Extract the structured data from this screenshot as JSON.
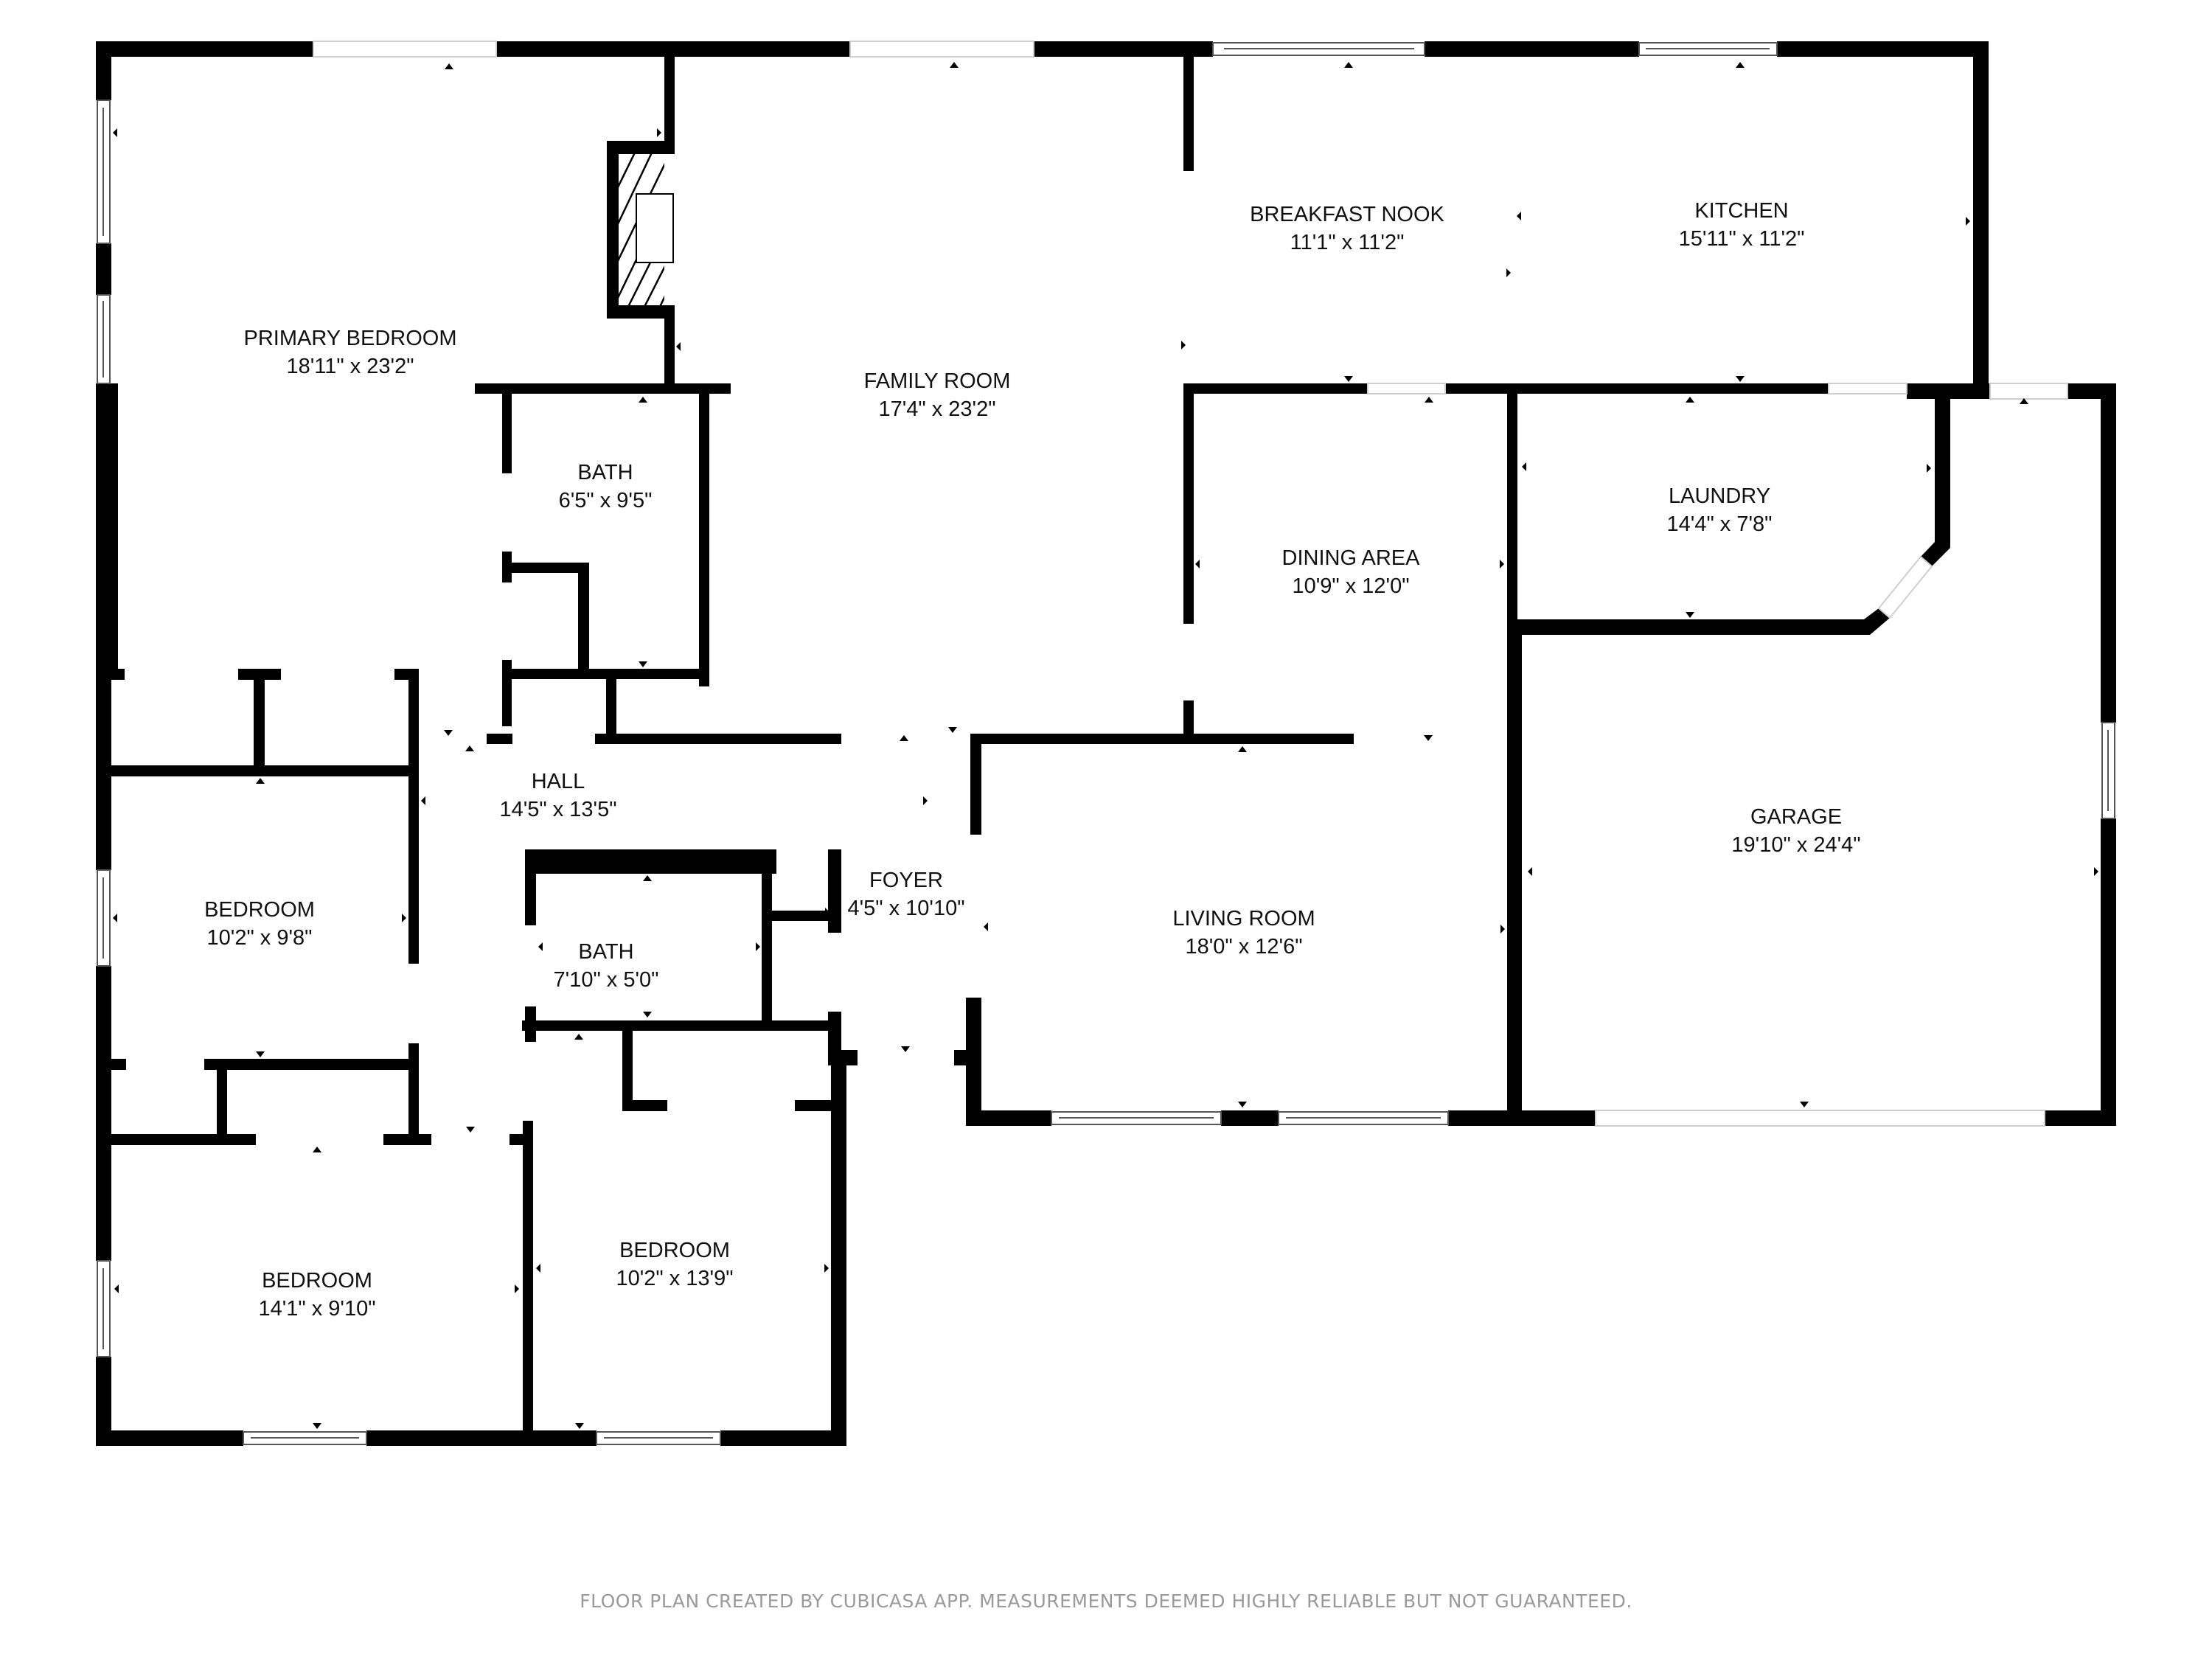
{
  "plan": {
    "rooms": {
      "primary_bedroom": {
        "name": "PRIMARY BEDROOM",
        "dims": "18'11\" x 23'2\""
      },
      "family_room": {
        "name": "FAMILY ROOM",
        "dims": "17'4\" x 23'2\""
      },
      "breakfast_nook": {
        "name": "BREAKFAST NOOK",
        "dims": "11'1\" x 11'2\""
      },
      "kitchen": {
        "name": "KITCHEN",
        "dims": "15'11\" x 11'2\""
      },
      "primary_bath": {
        "name": "BATH",
        "dims": "6'5\" x 9'5\""
      },
      "dining_area": {
        "name": "DINING AREA",
        "dims": "10'9\" x 12'0\""
      },
      "laundry": {
        "name": "LAUNDRY",
        "dims": "14'4\" x 7'8\""
      },
      "hall": {
        "name": "HALL",
        "dims": "14'5\" x 13'5\""
      },
      "bedroom_2": {
        "name": "BEDROOM",
        "dims": "10'2\" x 9'8\""
      },
      "bath_2": {
        "name": "BATH",
        "dims": "7'10\" x 5'0\""
      },
      "foyer": {
        "name": "FOYER",
        "dims": "4'5\" x 10'10\""
      },
      "living_room": {
        "name": "LIVING ROOM",
        "dims": "18'0\" x 12'6\""
      },
      "garage": {
        "name": "GARAGE",
        "dims": "19'10\" x 24'4\""
      },
      "bedroom_3": {
        "name": "BEDROOM",
        "dims": "14'1\" x 9'10\""
      },
      "bedroom_4": {
        "name": "BEDROOM",
        "dims": "10'2\" x 13'9\""
      }
    },
    "colors": {
      "wall": "#000000",
      "background": "#ffffff",
      "footer_text": "#9a9a9a"
    }
  },
  "footer": {
    "disclaimer": "FLOOR PLAN CREATED BY CUBICASA APP. MEASUREMENTS DEEMED HIGHLY RELIABLE BUT NOT GUARANTEED."
  }
}
